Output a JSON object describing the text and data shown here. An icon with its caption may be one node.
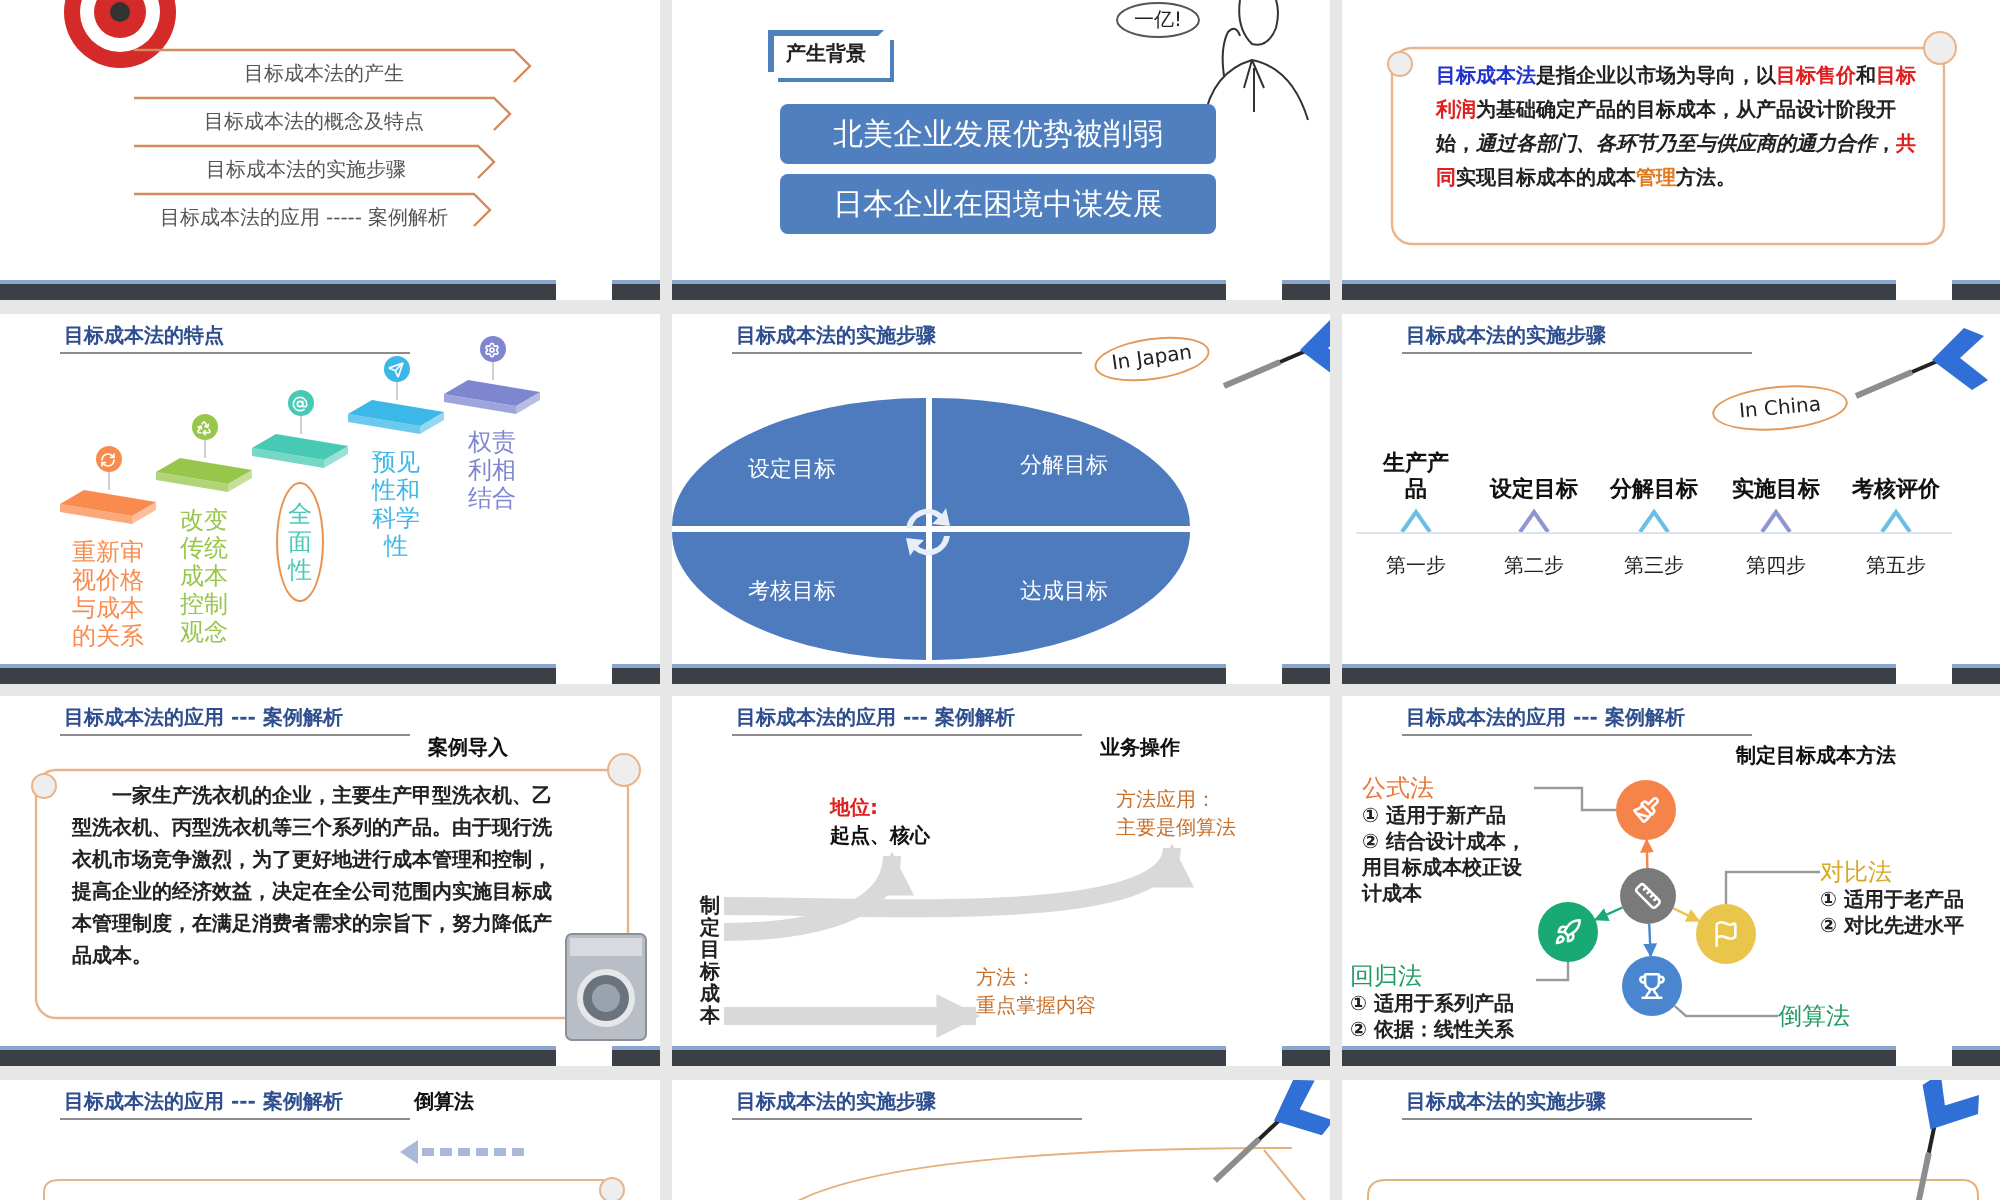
{
  "diagram": {
    "nodes": [
      {
        "text": [],
        "shape": "box"
      },
      {
        "text": [
          "目标成本法的产生"
        ],
        "in": 0
      },
      {
        "text": [
          "目标成本法的概念及特点"
        ],
        "in": 0
      },
      {
        "text": [
          "目标成本法的实施步骤"
        ],
        "in": 0
      },
      {
        "text": [
          "目标成本法的应用 ----- 案例解析"
        ],
        "in": 0
      },
      {
        "text": [
          "产生背景"
        ]
      },
      {
        "text": [
          "一亿!"
        ],
        "in": 5
      },
      {
        "text": [
          "北美企业发展优势被削弱"
        ],
        "in": 5
      },
      {
        "text": [
          "日本企业在困境中谋发展"
        ],
        "in": 5
      },
      {
        "text": [],
        "shape": "box"
      },
      {
        "text": [
          "**目标成本法**是指企业以市场为导向，以**目标售价**和**目标利润**为基础确定产品的目标成本，从产品设计阶段开始，*通过各部门、各环节乃至与供应商的通力合作*，**共同**实现目标成本的成本**管理**方法。"
        ],
        "in": 9
      },
      {
        "text": [
          "目标成本法的特点"
        ]
      },
      {
        "text": [
          "重新审视价格与成本的关系"
        ],
        "in": 11
      },
      {
        "text": [
          "改变传统成本控制观念"
        ],
        "in": 11
      },
      {
        "text": [
          "全面性"
        ],
        "in": 11
      },
      {
        "text": [
          "预见性和科学性"
        ],
        "in": 11
      },
      {
        "text": [
          "权责利相结合"
        ],
        "in": 11
      },
      {
        "text": [
          "目标成本法的实施步骤"
        ]
      },
      {
        "text": [
          "In Japan"
        ],
        "in": 17
      },
      {
        "text": [
          "设定目标"
        ],
        "in": 17
      },
      {
        "text": [
          "分解目标"
        ],
        "in": 17
      },
      {
        "text": [
          "考核目标"
        ],
        "in": 17
      },
      {
        "text": [
          "达成目标"
        ],
        "in": 17
      },
      {
        "text": [
          "目标成本法的实施步骤"
        ]
      },
      {
        "text": [
          "In China"
        ],
        "in": 23
      },
      {
        "text": [
          "生产产品",
          "第一步"
        ],
        "in": 23
      },
      {
        "text": [
          "设定目标",
          "第二步"
        ],
        "in": 23
      },
      {
        "text": [
          "分解目标",
          "第三步"
        ],
        "in": 23
      },
      {
        "text": [
          "实施目标",
          "第四步"
        ],
        "in": 23
      },
      {
        "text": [
          "考核评价",
          "第五步"
        ],
        "in": 23
      },
      {
        "text": [
          "目标成本法的应用 --- 案例解析",
          "案例导入"
        ]
      },
      {
        "text": [
          "一家生产洗衣机的企业，主要生产甲型洗衣机、乙型洗衣机、丙型洗衣机等三个系列的产品。由于现行洗衣机市场竞争激烈，为了更好地进行成本管理和控制，提高企业的经济效益，决定在全公司范围内实施目标成本管理制度，在满足消费者需求的宗旨下，努力降低产品成本。"
        ],
        "in": 30
      },
      {
        "text": [
          "目标成本法的应用 --- 案例解析",
          "业务操作"
        ]
      },
      {
        "text": [
          "地位:",
          "起点、核心"
        ],
        "in": 32
      },
      {
        "text": [
          "方法应用：",
          "主要是倒算法"
        ],
        "in": 32
      },
      {
        "text": [
          "制定目标成本"
        ],
        "in": 32
      },
      {
        "text": [
          "方法：",
          "重点掌握内容"
        ],
        "in": 32
      },
      {
        "text": [
          "目标成本法的应用 --- 案例解析",
          "制定目标成本方法"
        ]
      },
      {
        "text": [
          "公式法",
          "① 适用于新产品",
          "② 结合设计成本，用目标成本校正设计成本"
        ],
        "in": 37
      },
      {
        "text": [
          "对比法",
          "① 适用于老产品",
          "② 对比先进水平"
        ],
        "in": 37
      },
      {
        "text": [
          "回归法",
          "① 适用于系列产品",
          "② 依据：线性关系"
        ],
        "in": 37
      },
      {
        "text": [
          "倒算法"
        ],
        "in": 37
      },
      {
        "text": [],
        "shape": "circle",
        "in": 37
      },
      {
        "text": [],
        "shape": "circle",
        "in": 37
      },
      {
        "text": [],
        "shape": "circle",
        "in": 37
      },
      {
        "text": [],
        "shape": "circle",
        "in": 37
      },
      {
        "text": [],
        "shape": "circle",
        "in": 37
      },
      {
        "text": [
          "目标成本法的应用 --- 案例解析",
          "倒算法"
        ]
      },
      {
        "text": [
          "目标成本法的实施步骤"
        ]
      },
      {
        "text": [
          "目标成本法的实施步骤"
        ]
      }
    ],
    "edges": [
      {
        "from": 35,
        "to": 33,
        "arrow": "to",
        "style": "thick",
        "color": "#d9d9d9"
      },
      {
        "from": 35,
        "to": 34,
        "arrow": "to",
        "style": "thick",
        "color": "#d9d9d9"
      },
      {
        "from": 35,
        "to": 36,
        "arrow": "to",
        "style": "thick",
        "color": "#d9d9d9"
      },
      {
        "from": 44,
        "to": 42,
        "arrow": "to",
        "color": "#f4844a"
      },
      {
        "from": 44,
        "to": 43,
        "arrow": "to",
        "color": "#19a974"
      },
      {
        "from": 44,
        "to": 45,
        "arrow": "to",
        "color": "#e9c54b"
      },
      {
        "from": 44,
        "to": 46,
        "arrow": "to",
        "color": "#4a86cf"
      },
      {
        "from": 42,
        "to": 38,
        "arrow": "none"
      },
      {
        "from": 45,
        "to": 39,
        "arrow": "none"
      },
      {
        "from": 43,
        "to": 40,
        "arrow": "none"
      },
      {
        "from": 46,
        "to": 41,
        "arrow": "none"
      }
    ]
  }
}
